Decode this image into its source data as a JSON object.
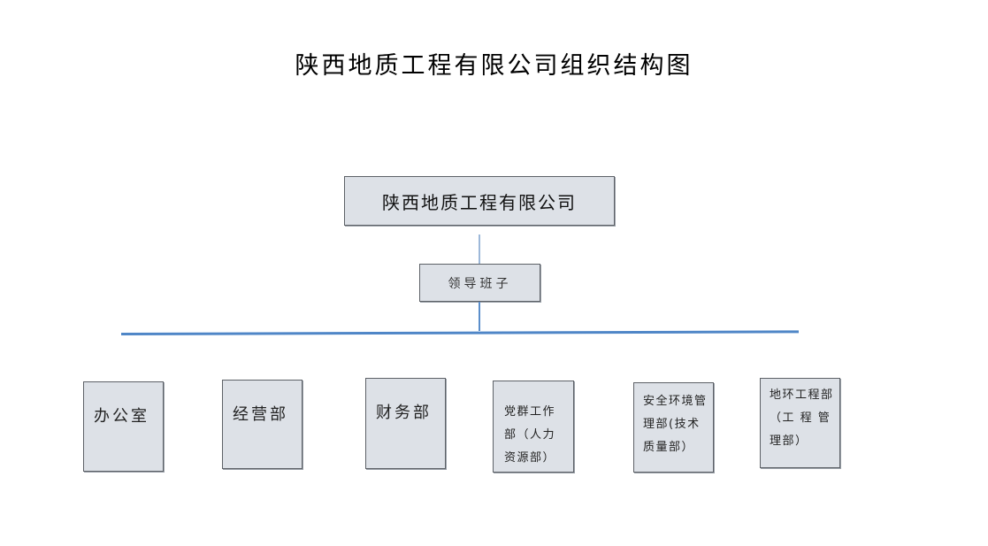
{
  "title": "陕西地质工程有限公司组织结构图",
  "company": "陕西地质工程有限公司",
  "leadership": "领导班子",
  "departments": [
    {
      "id": "office",
      "lines": [
        "办公室"
      ]
    },
    {
      "id": "business",
      "lines": [
        "经营部"
      ]
    },
    {
      "id": "finance",
      "lines": [
        "财务部"
      ]
    },
    {
      "id": "party",
      "lines": [
        "党群工作",
        "部（人力",
        "资源部）"
      ]
    },
    {
      "id": "safety",
      "lines": [
        "安全环境管",
        "理部(技术",
        "质量部）"
      ]
    },
    {
      "id": "geo",
      "lines": [
        "地环工程部",
        "（工 程 管",
        "理部）"
      ]
    }
  ]
}
